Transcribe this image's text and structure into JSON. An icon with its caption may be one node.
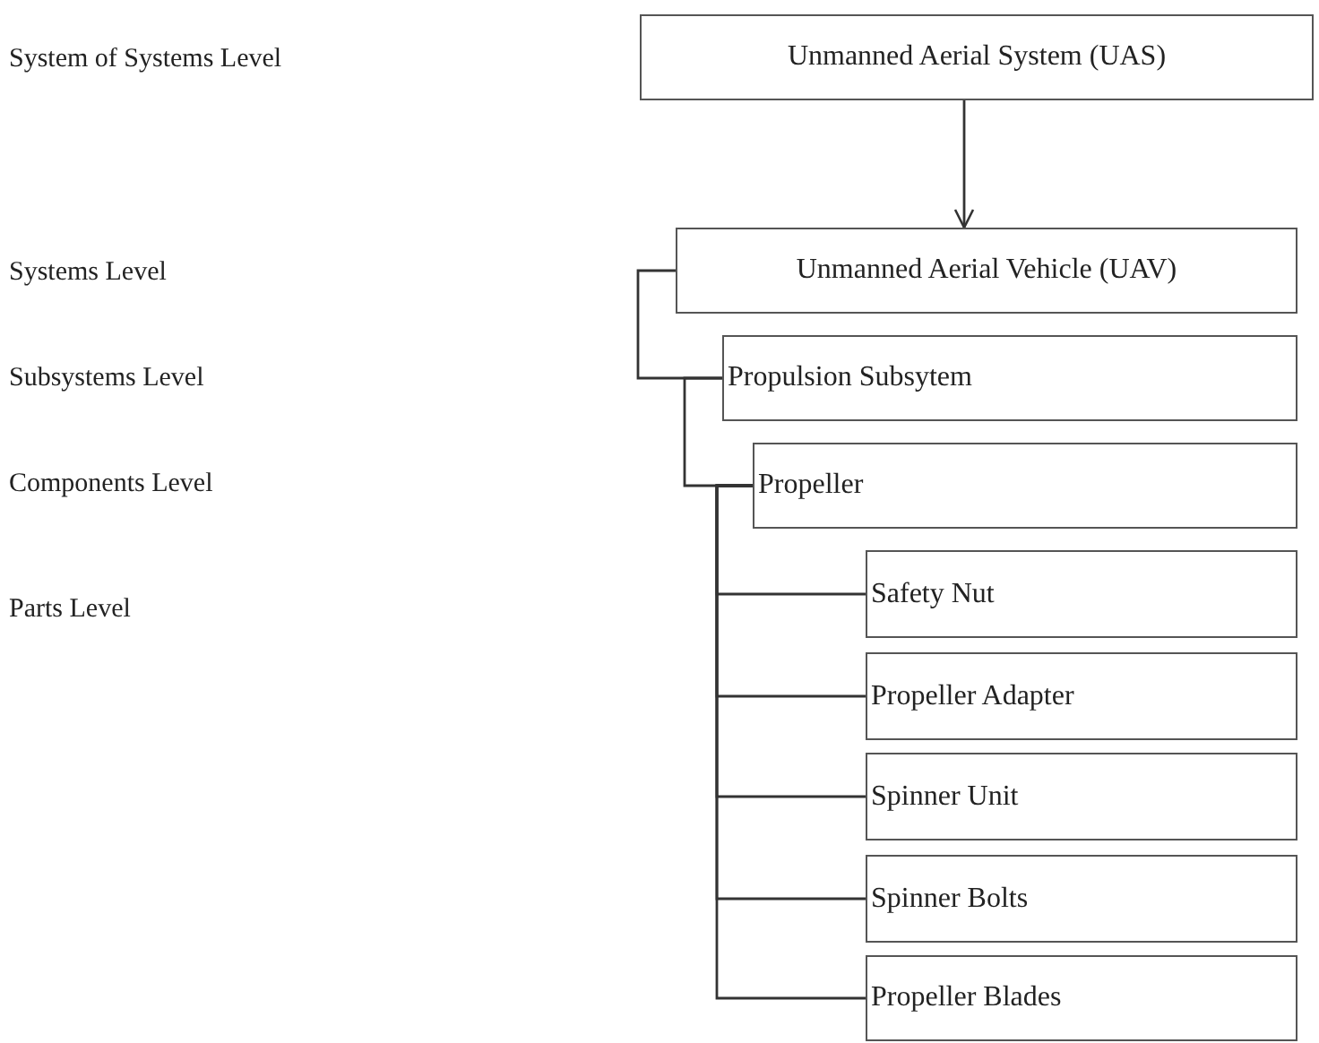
{
  "diagram": {
    "nodes": [
      {
        "text": [
          "Unmanned Aerial System (UAS)"
        ]
      },
      {
        "text": [
          "Unmanned Aerial Vehicle (UAV)"
        ]
      },
      {
        "text": [
          "Propulsion Subsytem"
        ]
      },
      {
        "text": [
          "Propeller"
        ]
      },
      {
        "text": [
          "Safety Nut"
        ]
      },
      {
        "text": [
          "Propeller Adapter"
        ]
      },
      {
        "text": [
          "Spinner Unit"
        ]
      },
      {
        "text": [
          "Spinner Bolts"
        ]
      },
      {
        "text": [
          "Propeller Blades"
        ]
      }
    ],
    "edges": [
      {
        "from": 0,
        "to": 1,
        "arrow": "to"
      },
      {
        "from": 1,
        "to": 2,
        "arrow": "none"
      },
      {
        "from": 2,
        "to": 3,
        "arrow": "none"
      },
      {
        "from": 3,
        "to": 4,
        "arrow": "none"
      },
      {
        "from": 3,
        "to": 5,
        "arrow": "none"
      },
      {
        "from": 3,
        "to": 6,
        "arrow": "none"
      },
      {
        "from": 3,
        "to": 7,
        "arrow": "none"
      },
      {
        "from": 3,
        "to": 8,
        "arrow": "none"
      }
    ],
    "labels": [
      "System of Systems Level",
      "Systems Level",
      "Subsystems Level",
      "Components Level",
      "Parts Level"
    ]
  }
}
